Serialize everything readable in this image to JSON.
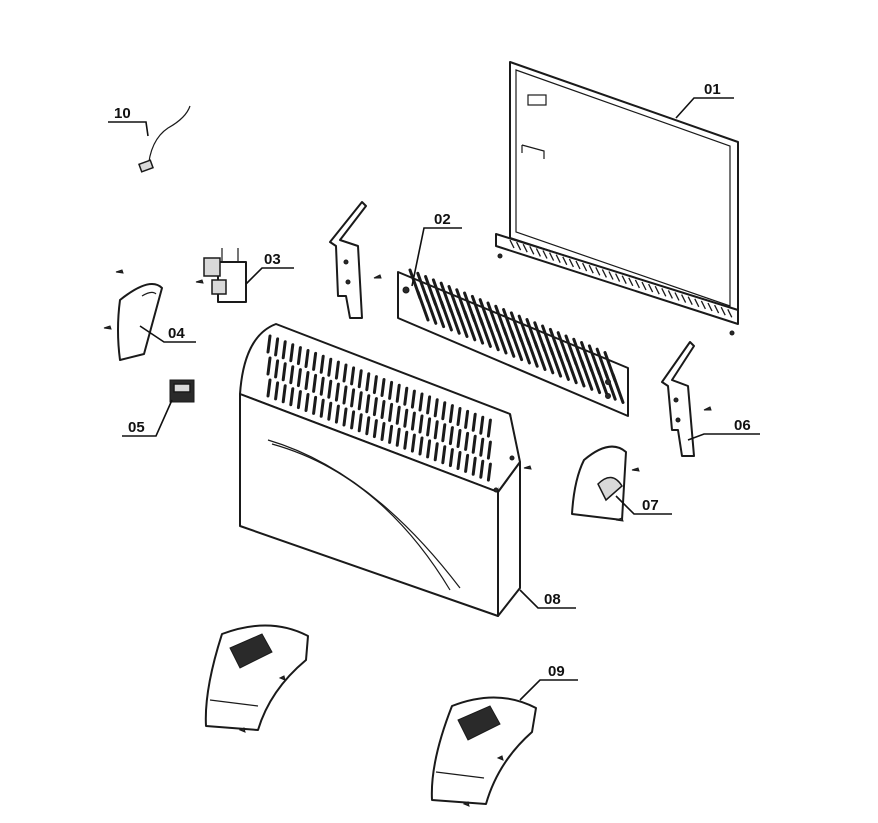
{
  "diagram": {
    "parts": [
      {
        "id": "01",
        "label": "01"
      },
      {
        "id": "02",
        "label": "02"
      },
      {
        "id": "03",
        "label": "03"
      },
      {
        "id": "04",
        "label": "04"
      },
      {
        "id": "05",
        "label": "05"
      },
      {
        "id": "06",
        "label": "06"
      },
      {
        "id": "07",
        "label": "07"
      },
      {
        "id": "08",
        "label": "08"
      },
      {
        "id": "09",
        "label": "09"
      },
      {
        "id": "10",
        "label": "10"
      }
    ],
    "colors": {
      "line": "#1a1a1a",
      "fill": "#ffffff",
      "shade": "#d9d9d9"
    }
  }
}
